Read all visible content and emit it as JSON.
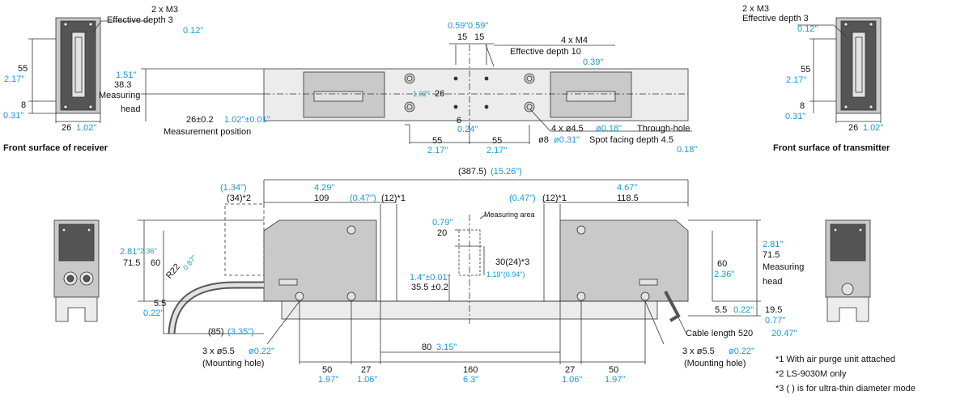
{
  "colors": {
    "line": "#333333",
    "accent": "#1a9ad6",
    "body_dark": "#555555",
    "body_mid": "#c9c9c9",
    "body_light": "#e2e2e2",
    "body_panel": "#ececec"
  },
  "top": {
    "receiver": {
      "caption": "Front surface of receiver",
      "holes_count": "2 x M3",
      "holes_depth": "Effective depth 3",
      "holes_depth_in": "0.12\"",
      "h55": "55",
      "h55_in": "2.17\"",
      "h8": "8",
      "h8_in": "0.31\"",
      "w26": "26",
      "w26_in": "1.02\""
    },
    "transmitter": {
      "caption": "Front surface of transmitter",
      "holes_count": "2 x M3",
      "holes_depth": "Effective depth 3",
      "holes_depth_in": "0.12\"",
      "h55": "55",
      "h55_in": "2.17\"",
      "h8": "8",
      "h8_in": "0.31\"",
      "w26": "26",
      "w26_in": "1.02\""
    },
    "measuring_head": {
      "h_in": "1.51\"",
      "h": "38.3",
      "label1": "Measuring",
      "label2": "head",
      "pos": "26±0.2",
      "pos_in": "1.02\"±0.01\"",
      "pos_label": "Measurement position",
      "top_in_1": "0.59\"",
      "top_in_2": "0.59\"",
      "top15_1": "15",
      "top15_2": "15",
      "m4": "4 x M4",
      "m4_depth": "Effective depth 10",
      "m4_in": "0.39\"",
      "mid_in": "1.02\"",
      "mid": "26",
      "six": "6",
      "six_in": "0.24\"",
      "d55_1": "55",
      "d55_1_in": "2.17\"",
      "d55_2": "55",
      "d55_2_in": "2.17\"",
      "through": "4 x ø4.5",
      "through_in": "ø0.18\"",
      "through_label": "Through-hole",
      "spot": "ø8",
      "spot_in": "ø0.31\"",
      "spot_label": "Spot facing depth 4.5",
      "spot_in2": "0.18\""
    }
  },
  "bottom": {
    "overall": "(387.5)",
    "overall_in": "(15.26\")",
    "d34_in": "(1.34\")",
    "d34": "(34)*2",
    "d109_in": "4.29\"",
    "d109": "109",
    "d12a_in": "(0.47\")",
    "d12a": "(12)*1",
    "d12b_in": "(0.47\")",
    "d12b": "(12)*1",
    "d1185_in": "4.67\"",
    "d1185": "118.5",
    "measuring_area": "Measuring area",
    "d20_in": "0.79\"",
    "d20": "20",
    "d30": "30(24)*3",
    "d30_in": "1.18\"(0.94\")",
    "d355_in": "1.4\"±0.01\"",
    "d355": "35.5 ±0.2",
    "l715_in": "2.81\"",
    "l715": "71.5",
    "l60_in": "2.36\"",
    "l60": "60",
    "r22": "R22",
    "r22_in": "0.87\"",
    "l55": "5.5",
    "l55_in": "0.22\"",
    "d85": "(85)",
    "d85_in": "(3.35\")",
    "rh60": "60",
    "rh60_in": "2.36\"",
    "rh715_in": "2.81\"",
    "rh715": "71.5",
    "rh_label1": "Measuring",
    "rh_label2": "head",
    "rh55": "5.5",
    "rh55_in": "0.22\"",
    "rh195": "19.5",
    "rh195_in": "0.77\"",
    "cable": "Cable length 520",
    "cable_in": "20.47\"",
    "mh_left": "3 x ø5.5",
    "mh_left_in": "ø0.22\"",
    "mh_left_label": "(Mounting hole)",
    "mh_right": "3 x ø5.5",
    "mh_right_in": "ø0.22\"",
    "mh_right_label": "(Mounting hole)",
    "d80": "80",
    "d80_in": "3.15\"",
    "b50a": "50",
    "b50a_in": "1.97\"",
    "b27a": "27",
    "b27a_in": "1.06\"",
    "b160": "160",
    "b160_in": "6.3\"",
    "b27b": "27",
    "b27b_in": "1.06\"",
    "b50b": "50",
    "b50b_in": "1.97\""
  },
  "notes": [
    "*1  With air purge unit attached",
    "*2  LS-9030M only",
    "*3 ( ) is for ultra-thin diameter mode"
  ]
}
